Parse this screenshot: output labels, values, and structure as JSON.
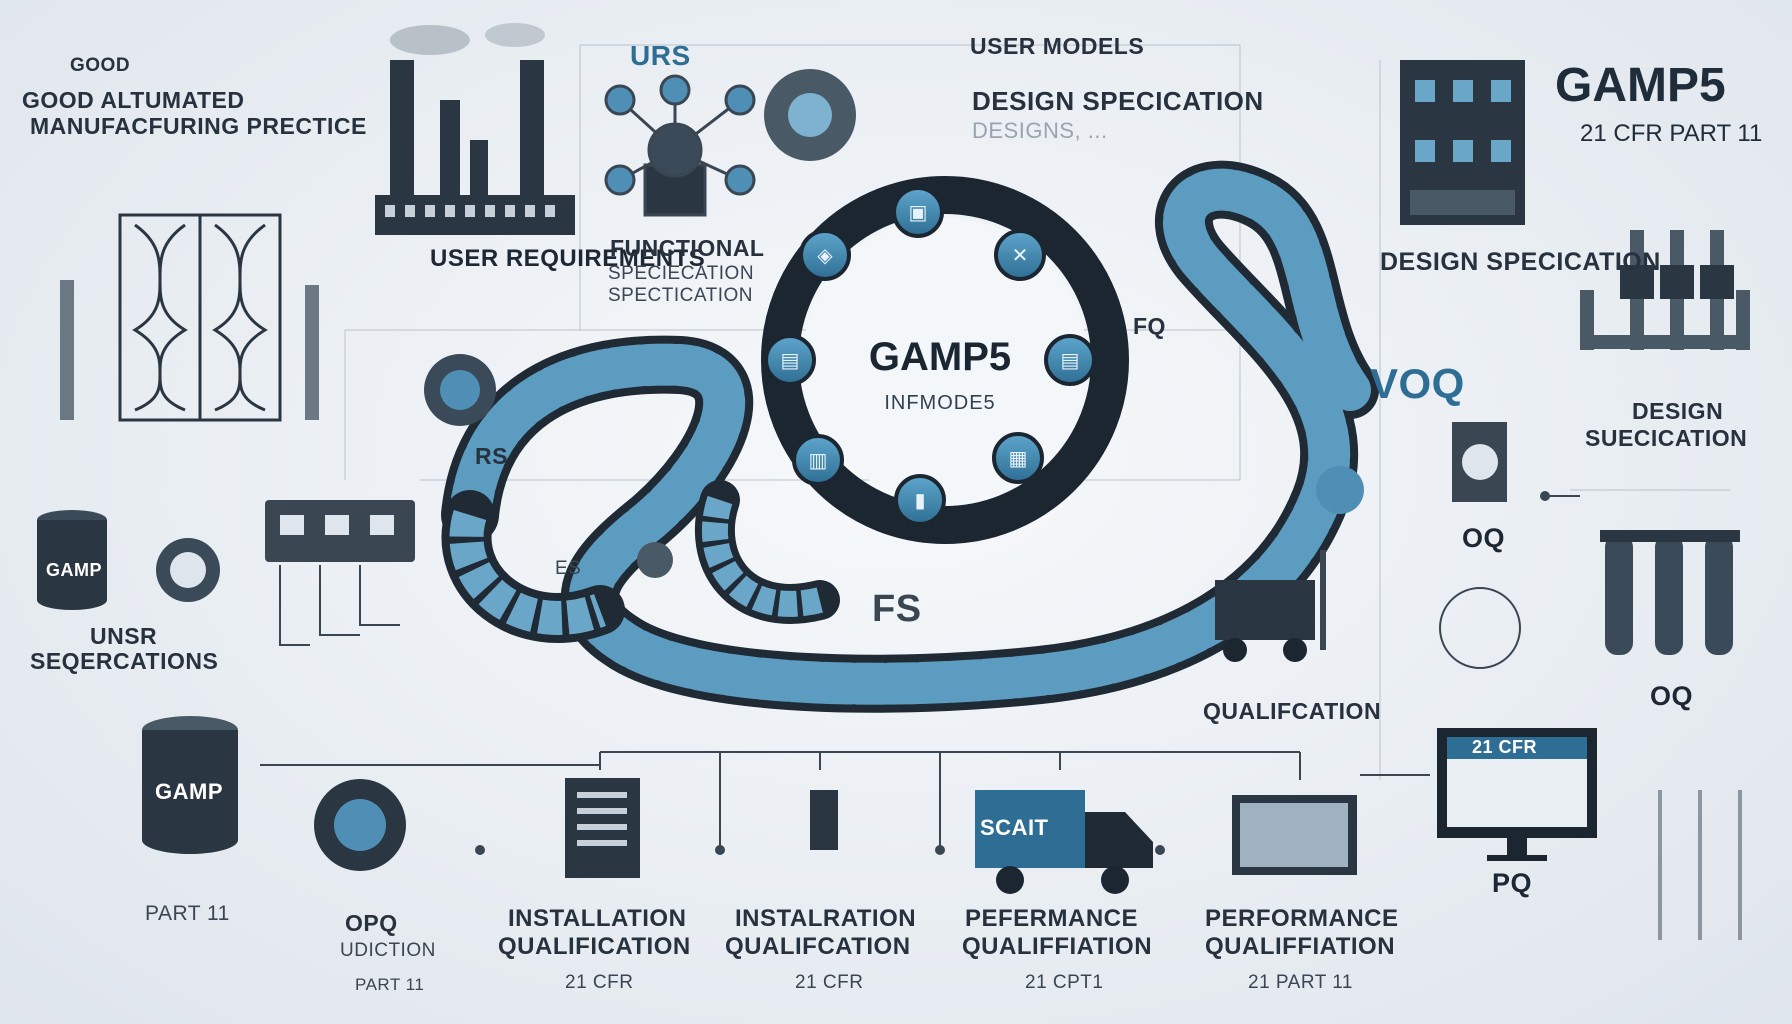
{
  "header": {
    "gamp_title": "GAMP5",
    "gamp_subtitle": "21 CFR PART 11",
    "good_line1": "GOOD",
    "good_line2": "GOOD ALTUMATED",
    "good_line3": "MANUFACFURING PRECTICE"
  },
  "top": {
    "urs": "URS",
    "user_models": "USER MODELS",
    "design_spec": "DESIGN SPECICATION",
    "design_spec_ghost": "DESIGNS, ...",
    "user_req": "USER REQUIREMENTS",
    "functional": "FUNCTIONAL",
    "functional_sub1": "SPECIECATION",
    "functional_sub2": "SPECTICATION"
  },
  "center": {
    "title": "GAMP5",
    "subtitle": "INFMODE5"
  },
  "mid": {
    "rs": "RS",
    "fq": "FQ",
    "fs": "FS",
    "es": "ES",
    "voq": "VOQ",
    "oq1": "OQ",
    "oq2": "OQ",
    "qualification": "QUALIFCATION",
    "pq": "PQ"
  },
  "right": {
    "design_spec_1": "DESIGN SPECICATION",
    "design_spec_2_line1": "DESIGN",
    "design_spec_2_line2": "SUECICATION",
    "cfr_screen": "21 CFR"
  },
  "left": {
    "gamp_barrel1": "GAMP",
    "gamp_barrel2": "GAMP",
    "unsr": "UNSR",
    "seqercations": "SEQERCATIONS",
    "part11": "PART 11"
  },
  "bottom": {
    "opq": "OPQ",
    "udiction": "UDICTION",
    "part11": "PART 11",
    "truck_sign": "SCAIT",
    "col1_line1": "INSTALLATION",
    "col1_line2": "QUALIFICATION",
    "col1_line3": "21 CFR",
    "col2_line1": "INSTALRATION",
    "col2_line2": "QUALIFCATION",
    "col2_line3": "21 CFR",
    "col3_line1": "PEFERMANCE",
    "col3_line2": "QUALIFFIATION",
    "col3_line3": "21 CPT1",
    "col4_line1": "PERFORMANCE",
    "col4_line2": "QUALIFFIATION",
    "col4_line3": "21 PART 11"
  },
  "colors": {
    "accent_blue": "#4a8fb5",
    "dark_navy": "#22303d",
    "road_light": "#6aa6c8"
  }
}
